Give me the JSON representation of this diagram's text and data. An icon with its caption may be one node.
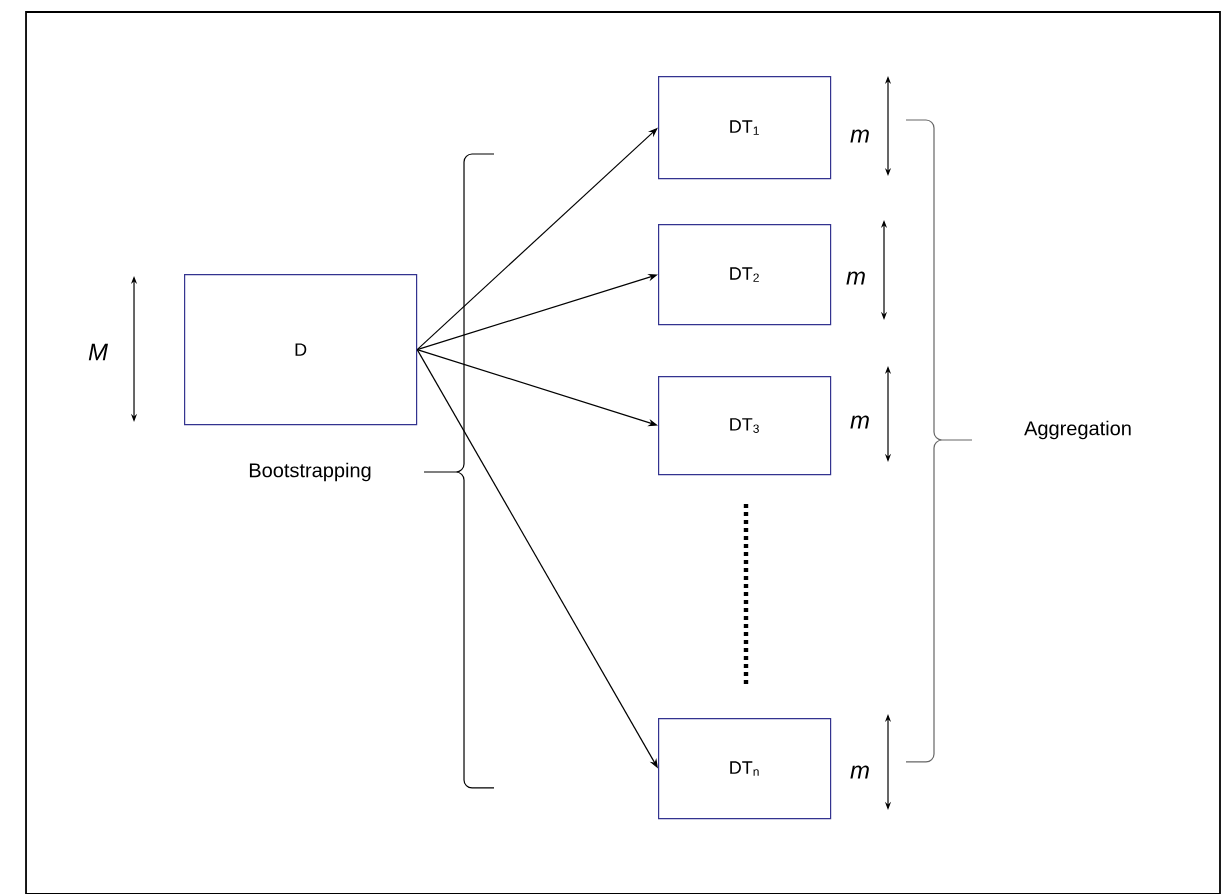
{
  "diagram": {
    "nodes": [
      {
        "text": [
          "D"
        ]
      },
      {
        "text": [
          "DT$_{1}$"
        ]
      },
      {
        "text": [
          "DT$_{2}$"
        ]
      },
      {
        "text": [
          "DT$_{3}$"
        ]
      },
      {
        "text": [
          "DT$_{n}$"
        ]
      }
    ],
    "edges": [
      {
        "from": 0,
        "to": 1,
        "arrow": "to"
      },
      {
        "from": 0,
        "to": 2,
        "arrow": "to"
      },
      {
        "from": 0,
        "to": 3,
        "arrow": "to"
      },
      {
        "from": 0,
        "to": 4,
        "arrow": "to"
      }
    ],
    "labels": [
      "M",
      "Bootstrapping",
      "m",
      "m",
      "m",
      "m",
      "Aggregation"
    ]
  }
}
